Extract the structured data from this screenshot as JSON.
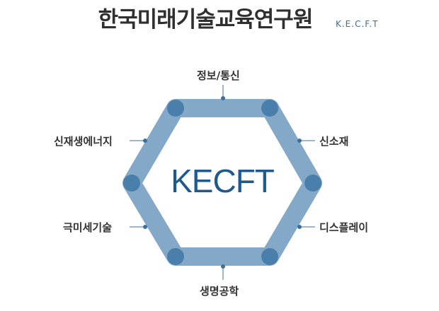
{
  "header": {
    "title": "한국미래기술교육연구원",
    "subtitle": "K.E.C.F.T"
  },
  "center_label": "KECFT",
  "nodes": [
    {
      "id": "top",
      "label": "정보/통신"
    },
    {
      "id": "upper-right",
      "label": "신소재"
    },
    {
      "id": "lower-right",
      "label": "디스플레이"
    },
    {
      "id": "bottom",
      "label": "생명공학"
    },
    {
      "id": "lower-left",
      "label": "극미세기술"
    },
    {
      "id": "upper-left",
      "label": "신재생에너지"
    }
  ],
  "colors": {
    "hexagon_band": "#84a9c8",
    "hexagon_corner": "#4a7eab",
    "connector": "#3d6f9c",
    "center_text": "#1f5a8e",
    "title_text": "#2f2f2f"
  }
}
